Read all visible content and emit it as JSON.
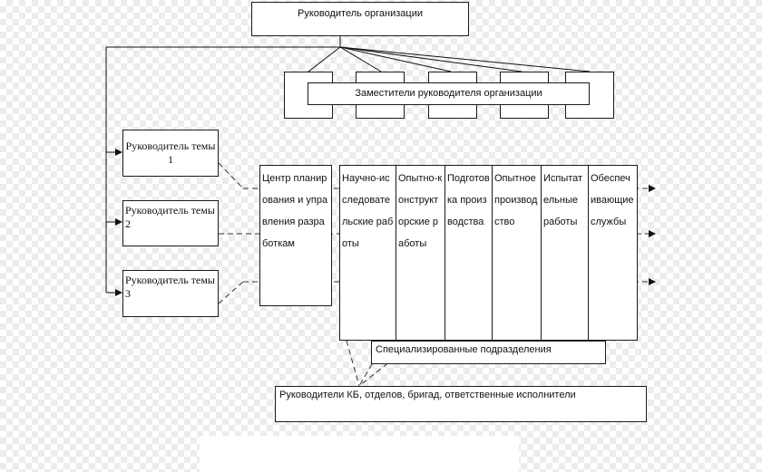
{
  "diagram": {
    "head": "Руководитель организации",
    "deputies": "Заместители руководителя организации",
    "leaders": [
      "Руководитель темы 1",
      "Руководитель темы 2",
      "Руководитель темы 3"
    ],
    "center": "Центр планирования и управления разработкам",
    "departments": [
      "Научно-исследовательские работы",
      "Опытно-конструкторские работы",
      "Подготовка производства",
      "Опытное производство",
      "Испытательные работы",
      "Обеспечивающие службы"
    ],
    "specialized": "Специализированные подразделения",
    "executors": "Руководители КБ, отделов, бригад, ответственные исполнители"
  }
}
